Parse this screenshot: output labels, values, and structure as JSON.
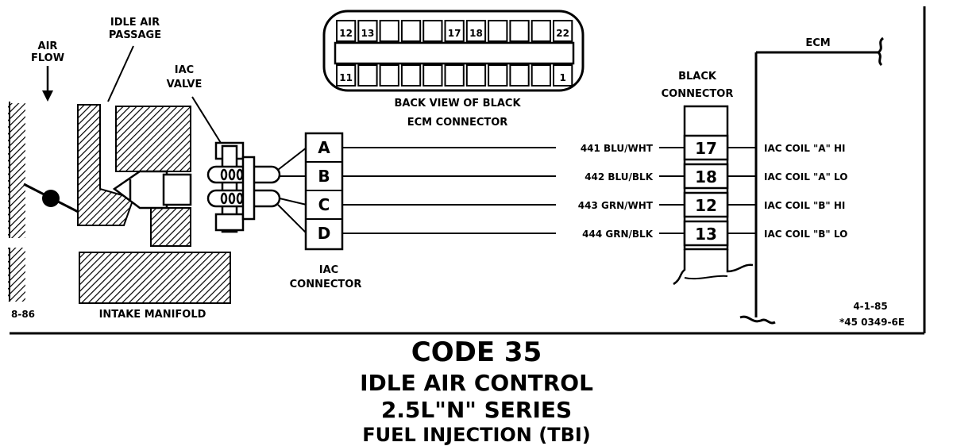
{
  "labels": {
    "airflow_1": "AIR",
    "airflow_2": "FLOW",
    "idle_air_1": "IDLE AIR",
    "idle_air_2": "PASSAGE",
    "iac_valve_1": "IAC",
    "iac_valve_2": "VALVE",
    "back_view_1": "BACK VIEW OF BLACK",
    "back_view_2": "ECM CONNECTOR",
    "black_conn_1": "BLACK",
    "black_conn_2": "CONNECTOR",
    "ecm": "ECM",
    "iac_conn_1": "IAC",
    "iac_conn_2": "CONNECTOR",
    "intake_manifold": "INTAKE MANIFOLD",
    "code_left": "8-86",
    "date": "4-1-85",
    "part_number": "*45 0349-6E"
  },
  "ecm_pins_top": [
    "12",
    "13",
    "",
    "",
    "",
    "17",
    "18",
    "",
    "",
    "",
    "22"
  ],
  "ecm_pins_bottom": [
    "11",
    "",
    "",
    "",
    "",
    "",
    "",
    "",
    "",
    "",
    "1"
  ],
  "iac_pins": [
    "A",
    "B",
    "C",
    "D"
  ],
  "wires": [
    {
      "label": "441 BLU/WHT",
      "pin": "17",
      "signal": "IAC COIL \"A\" HI"
    },
    {
      "label": "442 BLU/BLK",
      "pin": "18",
      "signal": "IAC COIL \"A\" LO"
    },
    {
      "label": "443 GRN/WHT",
      "pin": "12",
      "signal": "IAC COIL \"B\" HI"
    },
    {
      "label": "444 GRN/BLK",
      "pin": "13",
      "signal": "IAC COIL \"B\" LO"
    }
  ],
  "title": {
    "code": "CODE 35",
    "name": "IDLE AIR CONTROL",
    "series": "2.5L\"N\" SERIES",
    "partial": "FUEL INJECTION (TBI)"
  }
}
